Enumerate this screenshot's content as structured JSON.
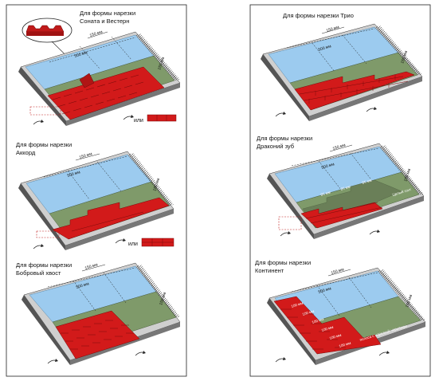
{
  "panels": [
    {
      "title1": "Для формы нарезки",
      "title2": "Соната и Вестерн",
      "dim_top": "150 мм",
      "dim_mid": "500 мм",
      "dim_side": "150 мм",
      "ili": "или"
    },
    {
      "title1": "Для формы нарезки",
      "title2": "Аккорд",
      "dim_top": "150 мм",
      "dim_mid": "500 мм",
      "dim_side": "150 мм",
      "ili": "или"
    },
    {
      "title1": "Для формы нарезки",
      "title2": "Бобровый хвост",
      "dim_top": "150 мм",
      "dim_mid": "500 мм",
      "dim_side": "150 мм"
    },
    {
      "title1": "Для формы нарезки Трио",
      "dim_top": "150 мм",
      "dim_mid": "500 мм",
      "dim_side": "150 мм"
    },
    {
      "title1": "Для формы нарезки",
      "title2": "Драконий зуб",
      "dim_top": "150 мм",
      "dim_mid": "500 мм",
      "dim_side": "150 мм",
      "offsets": [
        "85 мм",
        "85 мм",
        "85 мм"
      ],
      "note": "Целый гонт"
    },
    {
      "title1": "Для формы нарезки",
      "title2": "Континент",
      "dim_top": "150 мм",
      "dim_mid": "500 мм",
      "dim_side": "150 мм",
      "offsets": [
        "100 мм",
        "100 мм",
        "100 мм",
        "100 мм",
        "100 мм",
        "100 мм"
      ],
      "note": "полоса с нарезкой черепицы"
    }
  ],
  "colors": {
    "sky": "#9ccbef",
    "green": "#7f9a6a",
    "tile": "#d21a1a",
    "tile_dark": "#8a0d0d",
    "edge": "#4a4a4a",
    "board": "#bdbdbd"
  }
}
